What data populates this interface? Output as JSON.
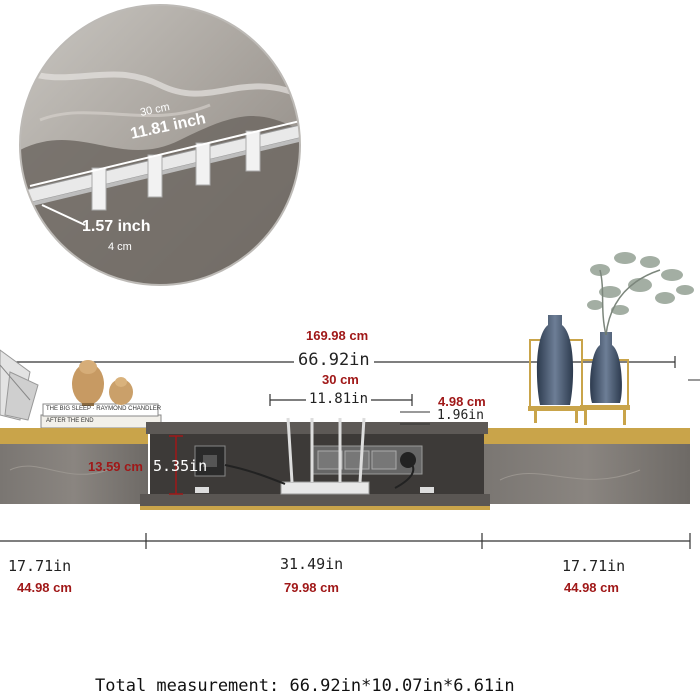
{
  "dimensions": {
    "overall_cm": "169.98 cm",
    "overall_in": "66.92in",
    "opening_cm": "30 cm",
    "opening_in": "11.81in",
    "depth_cm": "4.98 cm",
    "depth_in": "1.96in",
    "height_cm": "13.59 cm",
    "height_in": "5.35in",
    "left_in": "17.71in",
    "left_cm": "44.98 cm",
    "center_in": "31.49in",
    "center_cm": "79.98 cm",
    "right_in": "17.71in",
    "right_cm": "44.98 cm"
  },
  "inset": {
    "rail_cm": "30 cm",
    "rail_in": "11.81 inch",
    "thickness_in": "1.57 inch",
    "thickness_cm": "4 cm"
  },
  "books": {
    "top": "THE BIG SLEEP · RAYMOND CHANDLER",
    "bottom": "AFTER THE END"
  },
  "caption": "Total measurement: 66.92in*10.07in*6.61in",
  "colors": {
    "panel": "#6f6b68",
    "gold": "#c9a44a",
    "dim_red": "#a01818"
  }
}
